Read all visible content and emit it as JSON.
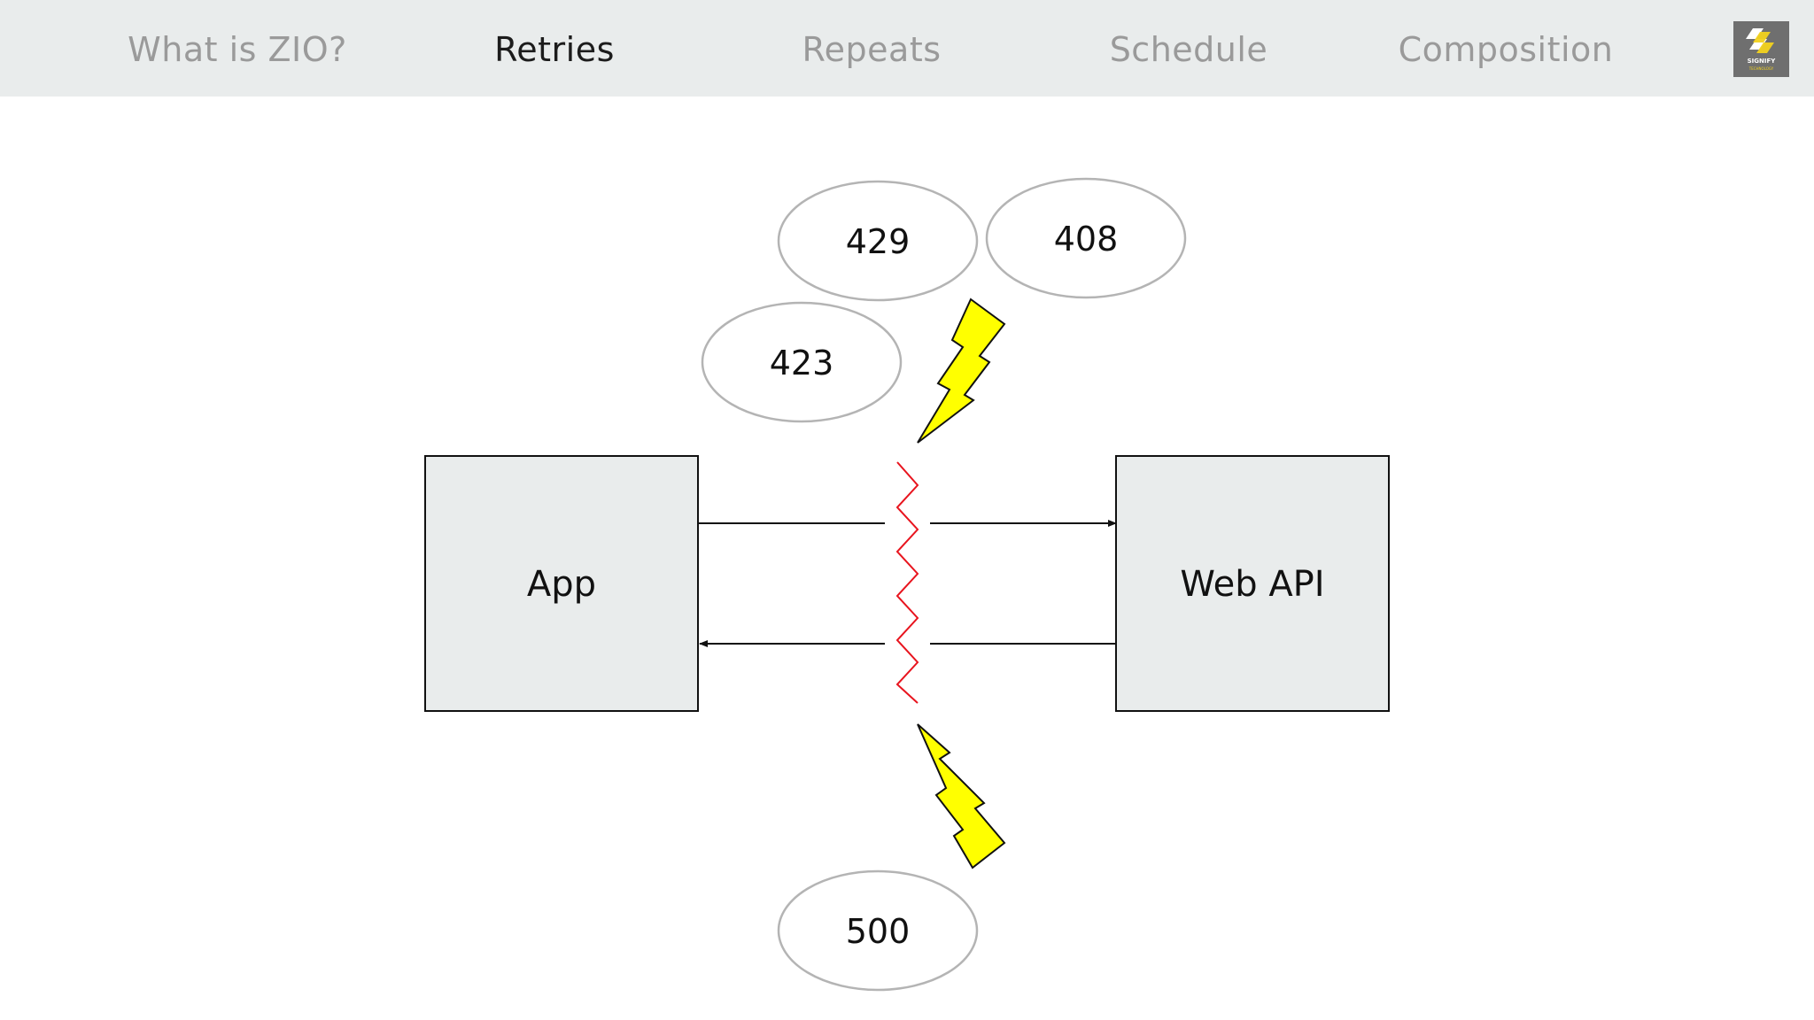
{
  "nav": {
    "items": [
      {
        "label": "What is ZIO?",
        "active": false
      },
      {
        "label": "Retries",
        "active": true
      },
      {
        "label": "Repeats",
        "active": false
      },
      {
        "label": "Schedule",
        "active": false
      },
      {
        "label": "Composition",
        "active": false
      }
    ],
    "logo": {
      "name": "SIGNIFY",
      "sub": "TECHNOLOGY"
    }
  },
  "diagram": {
    "app_label": "App",
    "api_label": "Web API",
    "status_codes": {
      "c429": "429",
      "c408": "408",
      "c423": "423",
      "c500": "500"
    },
    "colors": {
      "box_fill": "#e9ecec",
      "bolt_fill": "#ffff00",
      "break_line": "#e8141e",
      "ellipse_stroke": "#b4b4b4"
    }
  }
}
